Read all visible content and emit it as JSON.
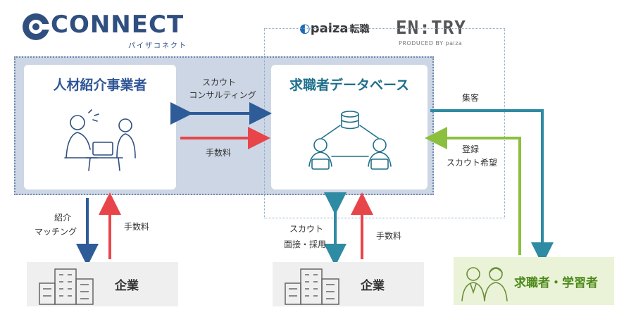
{
  "logos": {
    "connect_title": "CONNECT",
    "connect_sub": "パイザコネクト",
    "paiza_mark": "paiza",
    "paiza_suffix": "転職",
    "entry_title": "EN:TRY",
    "entry_sub": "PRODUCED BY paiza"
  },
  "nodes": {
    "agency_title": "人材紹介事業者",
    "database_title": "求職者データベース",
    "company_left": "企業",
    "company_right": "企業",
    "seekers": "求職者・学習者"
  },
  "labels": {
    "scout_line1": "スカウト",
    "scout_line2": "コンサルティング",
    "fee_top": "手数料",
    "shukyaku": "集客",
    "toroku": "登録",
    "scout_kibou": "スカウト希望",
    "shokai": "紹介",
    "matching": "マッチング",
    "fee_left": "手数料",
    "scout_bottom": "スカウト",
    "mensetsu": "面接・採用",
    "fee_right": "手数料"
  },
  "colors": {
    "navy": "#2f4f7f",
    "blue_arrow": "#2e5c99",
    "red_arrow": "#e8454a",
    "teal_arrow": "#2f8aa3",
    "green_arrow": "#8cbf3f",
    "region_fill": "#ccd6e5"
  }
}
